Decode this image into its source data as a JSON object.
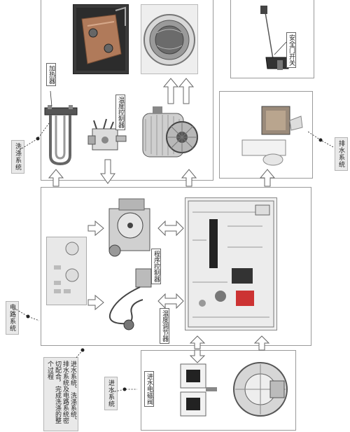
{
  "labels": {
    "heater": "加热器",
    "temp_controller": "温度控制器",
    "door_switch": "安全门开关",
    "program_controller": "程序控制器",
    "temp_regulator": "温度调节器",
    "inlet_valve": "进水电磁阀"
  },
  "systems": {
    "wash": "洗涤系统",
    "drain": "排水系统",
    "circuit": "电路系统",
    "inlet": "进水系统"
  },
  "note": "进水系统、洗涤系统、排水系统及电路系统密切配合，完成洗涤的整个过程"
}
